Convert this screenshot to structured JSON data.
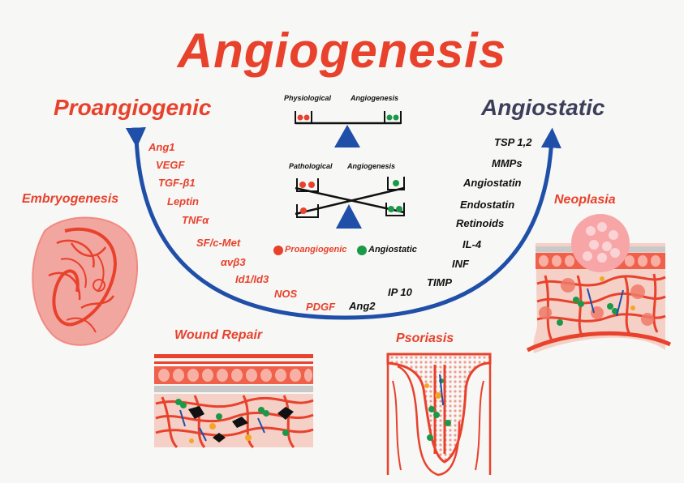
{
  "title": "Angiogenesis",
  "left_header": "Proangiogenic",
  "right_header": "Angiostatic",
  "balance": {
    "physiological_left": "Physiological",
    "physiological_right": "Angiogenesis",
    "pathological_left": "Pathological",
    "pathological_right": "Angiogenesis"
  },
  "legend": {
    "pro": "Proangiogenic",
    "anti": "Angiostatic"
  },
  "proangiogenic_factors": [
    "Ang1",
    "VEGF",
    "TGF-β1",
    "Leptin",
    "TNFα",
    "SF/c-Met",
    "αvβ3",
    "Id1/Id3",
    "NOS",
    "PDGF"
  ],
  "angiostatic_factors": [
    "TSP 1,2",
    "MMPs",
    "Angiostatin",
    "Endostatin",
    "Retinoids",
    "IL-4",
    "INF",
    "TIMP",
    "IP 10",
    "Ang2"
  ],
  "conditions": {
    "embryogenesis": "Embryogenesis",
    "wound_repair": "Wound  Repair",
    "psoriasis": "Psoriasis",
    "neoplasia": "Neoplasia"
  },
  "colors": {
    "red": "#e8412c",
    "blue": "#1f4fa8",
    "green": "#1a9a48",
    "dark": "#3d3f5a"
  }
}
